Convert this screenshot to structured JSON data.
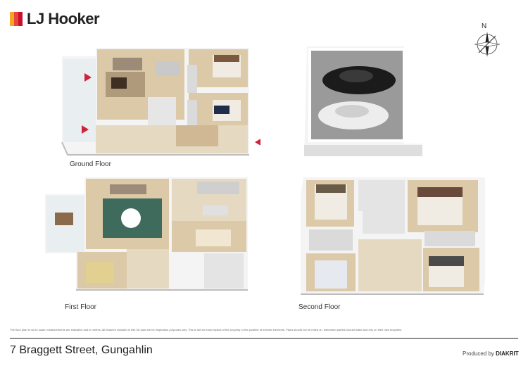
{
  "brand": {
    "logo_text": "LJ Hooker",
    "logo_colors": [
      "#f5a623",
      "#e9463b",
      "#c8102e"
    ]
  },
  "compass": {
    "north_label": "N"
  },
  "floors": {
    "ground": {
      "label": "Ground Floor"
    },
    "garage": {
      "label": ""
    },
    "first": {
      "label": "First Floor"
    },
    "second": {
      "label": "Second Floor"
    }
  },
  "footer": {
    "disclaimer": "The floor plan is not to scale; measurements are indicative and in metres. All features included in this 3D plan are for inspiration purposes only. This is not an exact replica of the property or the position of exterior elements. Plans should not be relied on. Interested parties should make and rely on their own enquiries.",
    "address": "7 Braggett Street, Gungahlin",
    "produced_by_prefix": "Produced by",
    "produced_by_brand": "DIAKRIT"
  },
  "colors": {
    "wall": "#ffffff",
    "floor_wood": "#d9c7a8",
    "floor_tile": "#e4e4e4",
    "rug_green": "#3f6b5c",
    "marker_red": "#d0213c"
  }
}
